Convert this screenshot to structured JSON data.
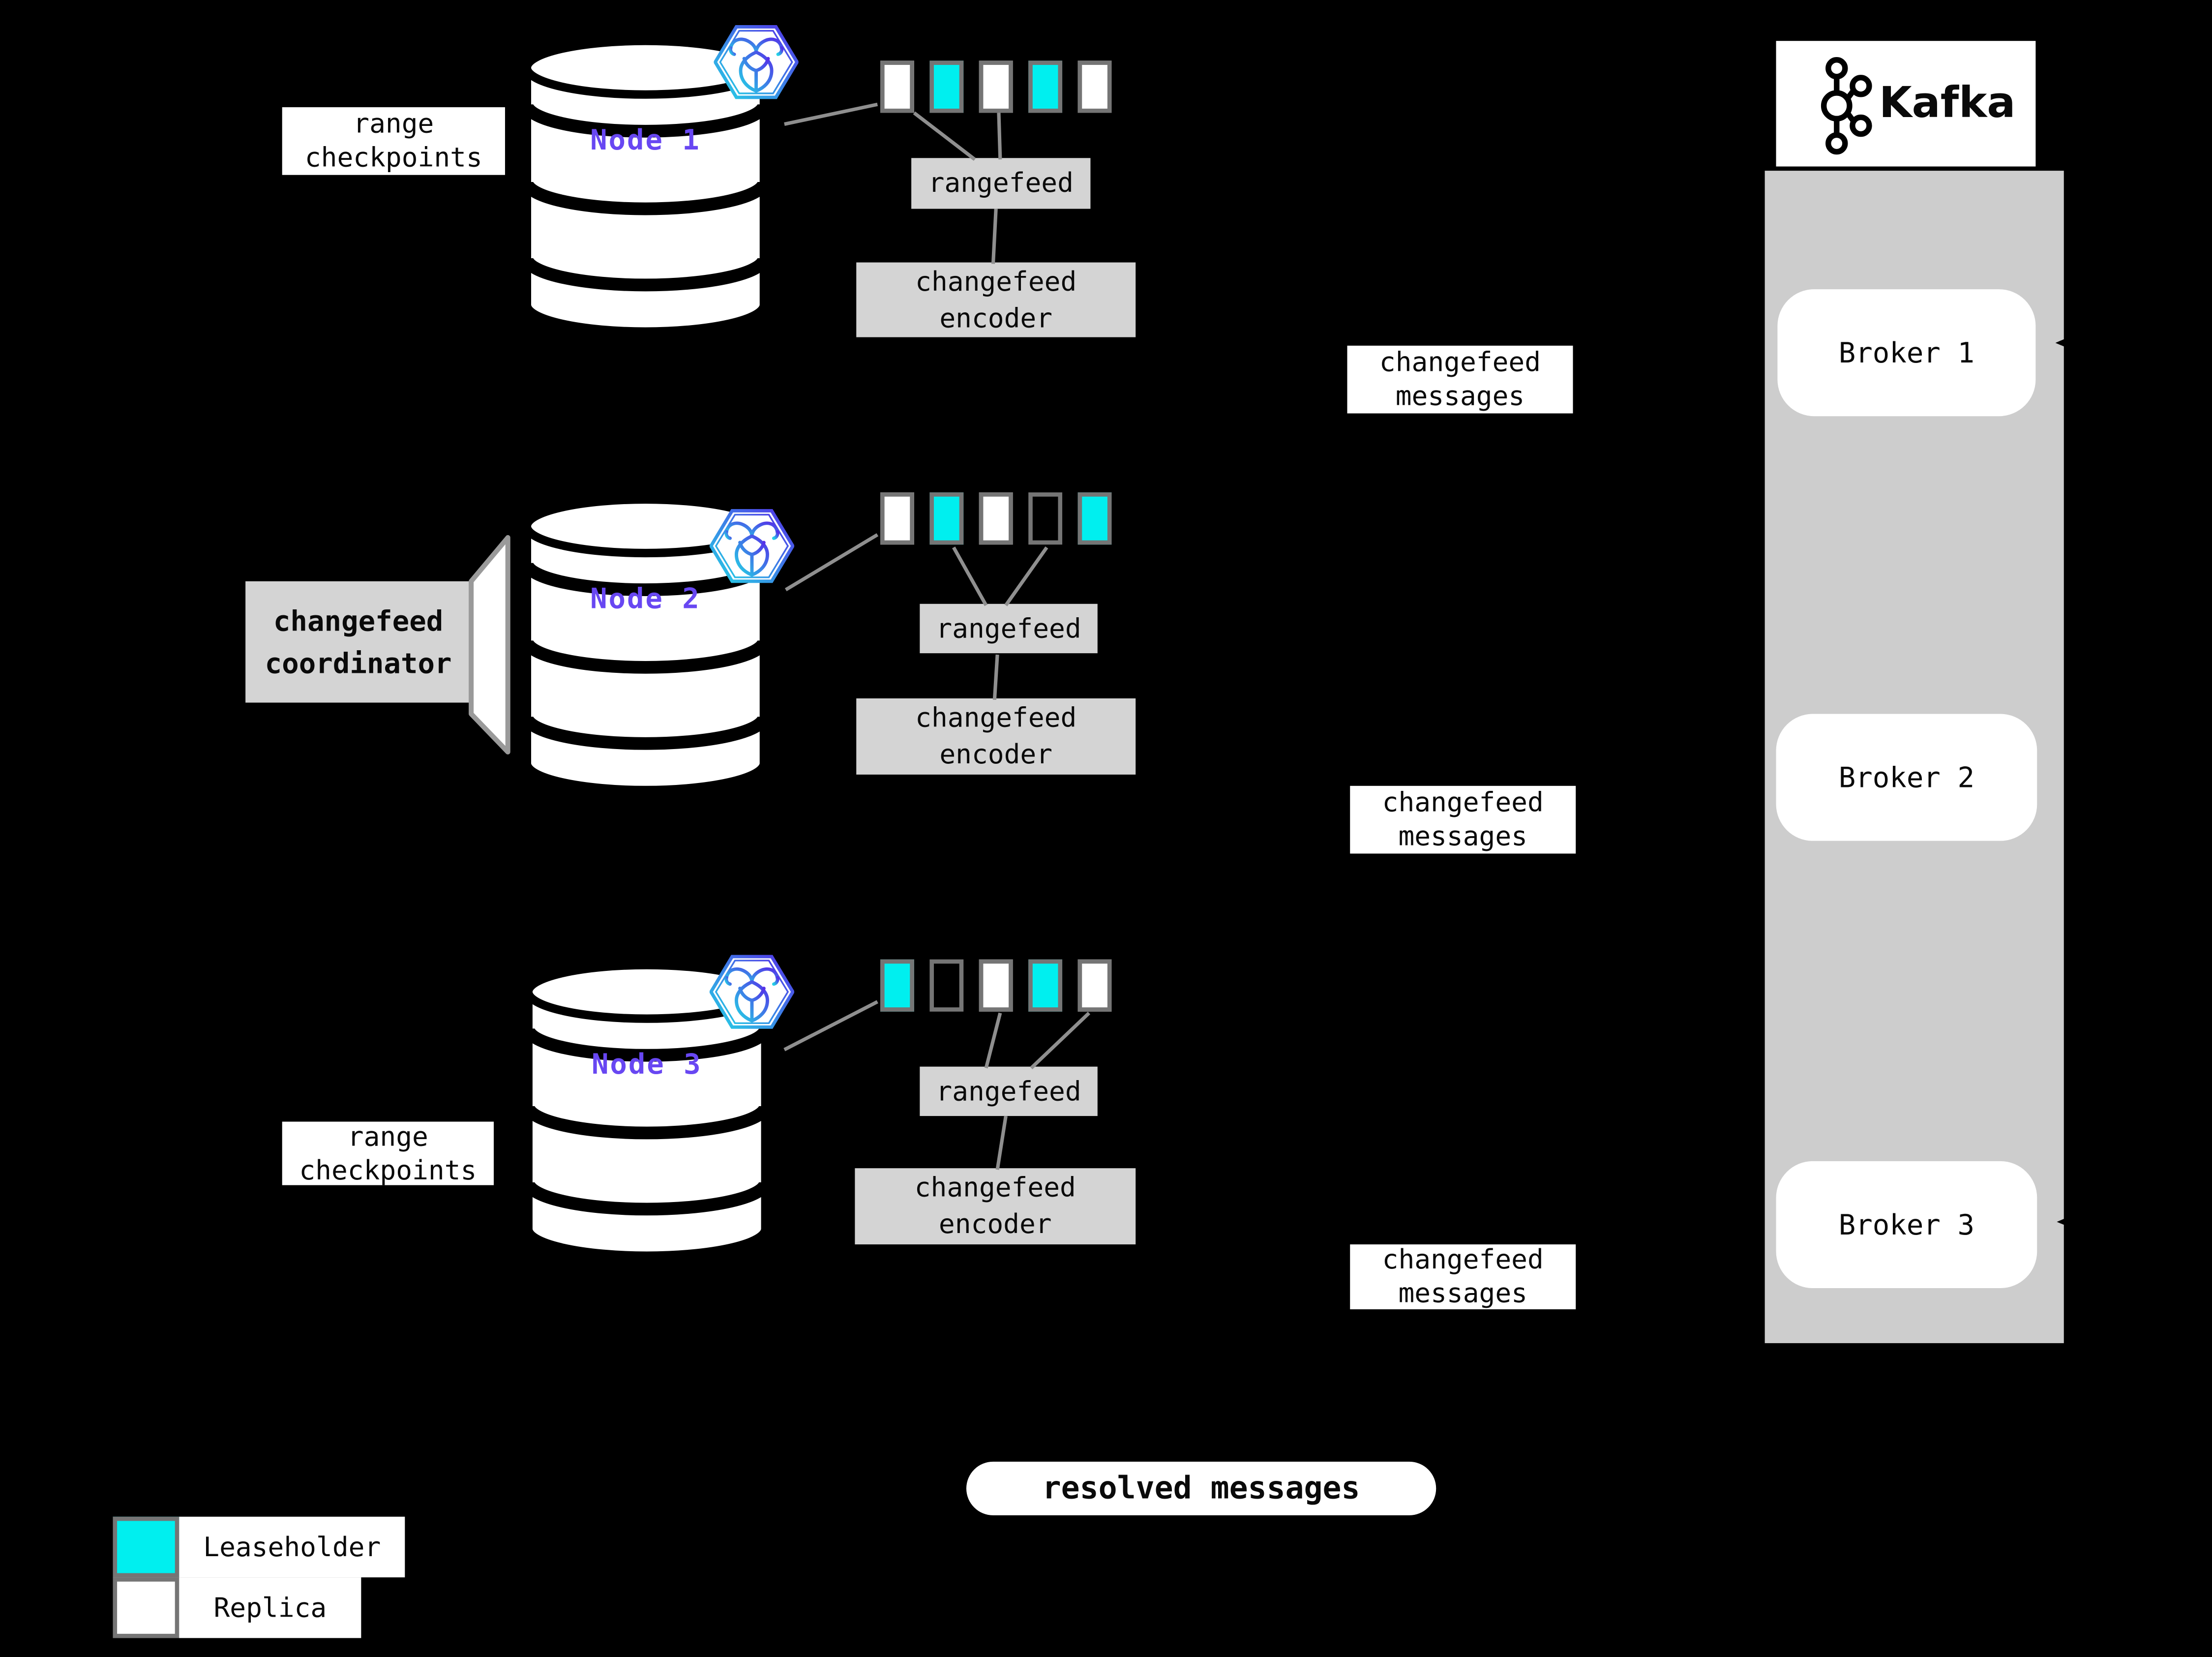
{
  "palette": {
    "background": "#000000",
    "leaseholder_cyan": "#00efef",
    "replica_white": "#ffffff",
    "node_label_purple": "#6847f2",
    "box_gray": "#d4d4d4",
    "container_gray": "#cdcdcd",
    "line_gray": "#8f8f8f",
    "square_border_gray": "#757575"
  },
  "nodes": [
    {
      "label": "Node 1",
      "checkpoint_label": "range\ncheckpoints",
      "rangefeed_label": "rangefeed",
      "encoder_label": "changefeed\nencoder",
      "messages_label": "changefeed\nmessages",
      "ranges": [
        "replica",
        "leaseholder",
        "replica",
        "leaseholder",
        "replica"
      ]
    },
    {
      "label": "Node 2",
      "rangefeed_label": "rangefeed",
      "encoder_label": "changefeed\nencoder",
      "messages_label": "changefeed\nmessages",
      "ranges": [
        "replica",
        "leaseholder",
        "replica",
        "none",
        "leaseholder"
      ]
    },
    {
      "label": "Node 3",
      "checkpoint_label": "range\ncheckpoints",
      "rangefeed_label": "rangefeed",
      "encoder_label": "changefeed\nencoder",
      "messages_label": "changefeed\nmessages",
      "ranges": [
        "leaseholder",
        "none",
        "replica",
        "leaseholder",
        "replica"
      ]
    }
  ],
  "coordinator": {
    "label": "changefeed\ncoordinator"
  },
  "resolved": {
    "label": "resolved messages"
  },
  "kafka": {
    "logo_text": "Kafka",
    "brokers": [
      {
        "label": "Broker 1"
      },
      {
        "label": "Broker 2"
      },
      {
        "label": "Broker 3"
      }
    ]
  },
  "legend": {
    "items": [
      {
        "key": "leaseholder",
        "label": "Leaseholder",
        "color": "#00efef"
      },
      {
        "key": "replica",
        "label": "Replica",
        "color": "#ffffff"
      }
    ]
  }
}
